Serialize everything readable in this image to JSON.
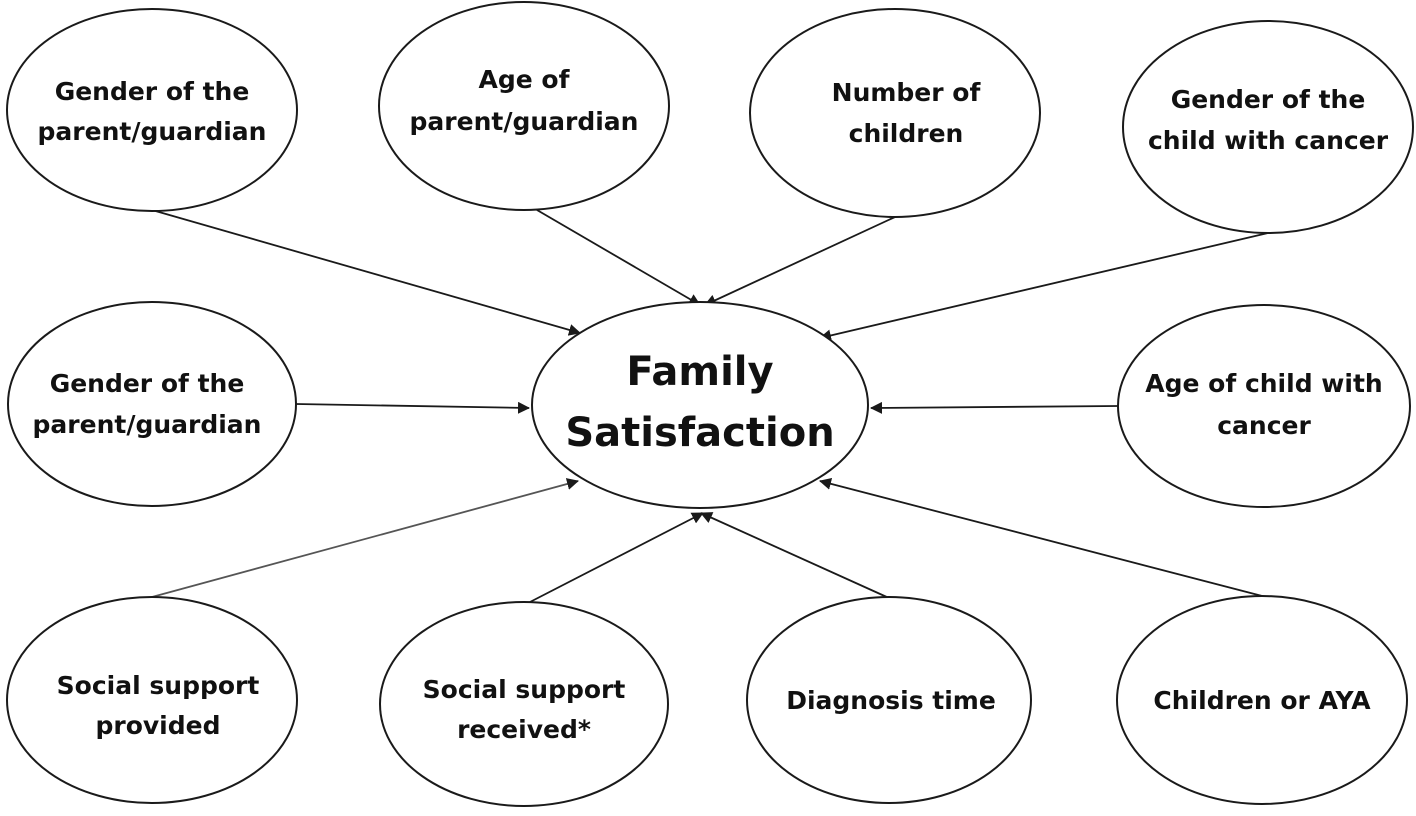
{
  "center": {
    "line1": "Family",
    "line2": "Satisfaction"
  },
  "nodes": [
    {
      "id": "gender-parent-top",
      "lines": [
        "Gender of the",
        "parent/guardian"
      ]
    },
    {
      "id": "age-parent",
      "lines": [
        "Age of",
        "parent/guardian"
      ]
    },
    {
      "id": "number-children",
      "lines": [
        "Number of",
        "children"
      ]
    },
    {
      "id": "gender-child",
      "lines": [
        "Gender of the",
        "child with cancer"
      ]
    },
    {
      "id": "gender-parent-mid",
      "lines": [
        "Gender of the",
        "parent/guardian"
      ]
    },
    {
      "id": "age-child",
      "lines": [
        "Age of child with",
        "cancer"
      ]
    },
    {
      "id": "social-provided",
      "lines": [
        "Social support",
        "provided"
      ]
    },
    {
      "id": "social-received",
      "lines": [
        "Social support",
        "received*"
      ]
    },
    {
      "id": "diagnosis-time",
      "lines": [
        "Diagnosis time"
      ]
    },
    {
      "id": "children-aya",
      "lines": [
        "Children or AYA"
      ]
    }
  ],
  "edges": [
    {
      "from": "gender-parent-top",
      "to": "center"
    },
    {
      "from": "age-parent",
      "to": "center"
    },
    {
      "from": "number-children",
      "to": "center"
    },
    {
      "from": "gender-child",
      "to": "center"
    },
    {
      "from": "gender-parent-mid",
      "to": "center"
    },
    {
      "from": "age-child",
      "to": "center"
    },
    {
      "from": "social-provided",
      "to": "center"
    },
    {
      "from": "social-received",
      "to": "center"
    },
    {
      "from": "diagnosis-time",
      "to": "center"
    },
    {
      "from": "children-aya",
      "to": "center"
    }
  ]
}
